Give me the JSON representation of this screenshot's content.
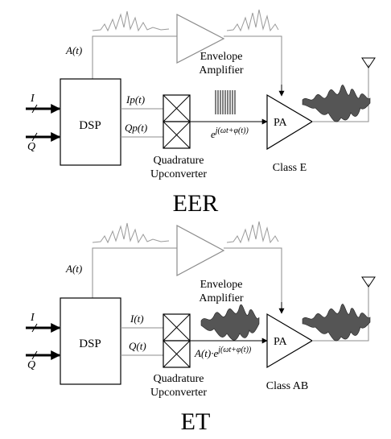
{
  "diagrams": [
    {
      "caption": "EER",
      "signal_labels": [
        "A(t)",
        "I",
        "Q",
        "Ip(t)",
        "Qp(t)"
      ],
      "blocks": {
        "dsp": "DSP",
        "upconverter_line1": "Quadrature",
        "upconverter_line2": "Upconverter",
        "envelope_line1": "Envelope",
        "envelope_line2": "Amplifier",
        "pa": "PA",
        "pa_class": "Class E"
      },
      "rf_label_base": "e",
      "rf_label_sup": "j(ωt+φ(t))"
    },
    {
      "caption": "ET",
      "signal_labels": [
        "A(t)",
        "I",
        "Q",
        "I(t)",
        "Q(t)"
      ],
      "blocks": {
        "dsp": "DSP",
        "upconverter_line1": "Quadrature",
        "upconverter_line2": "Upconverter",
        "envelope_line1": "Envelope",
        "envelope_line2": "Amplifier",
        "pa": "PA",
        "pa_class": "Class AB"
      },
      "rf_label_base": "A(t)·e",
      "rf_label_sup": "j(ωt+φ(t))"
    }
  ]
}
